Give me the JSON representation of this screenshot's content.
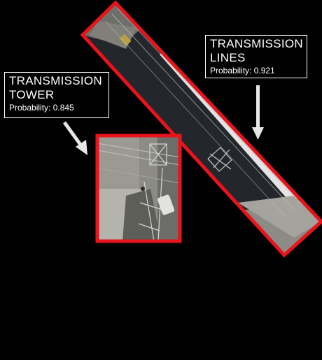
{
  "detections": [
    {
      "id": "lines",
      "label_title": "TRANSMISSION\nLINES",
      "probability_text": "Probability: 0.921",
      "probability": 0.921,
      "box_color": "#e8141b"
    },
    {
      "id": "tower",
      "label_title": "TRANSMISSION\nTOWER",
      "probability_text": "Probability: 0.845",
      "probability": 0.845,
      "box_color": "#e8141b"
    }
  ],
  "colors": {
    "background": "#000000",
    "label_text": "#ffffff",
    "arrow": "#e6e6e6"
  }
}
